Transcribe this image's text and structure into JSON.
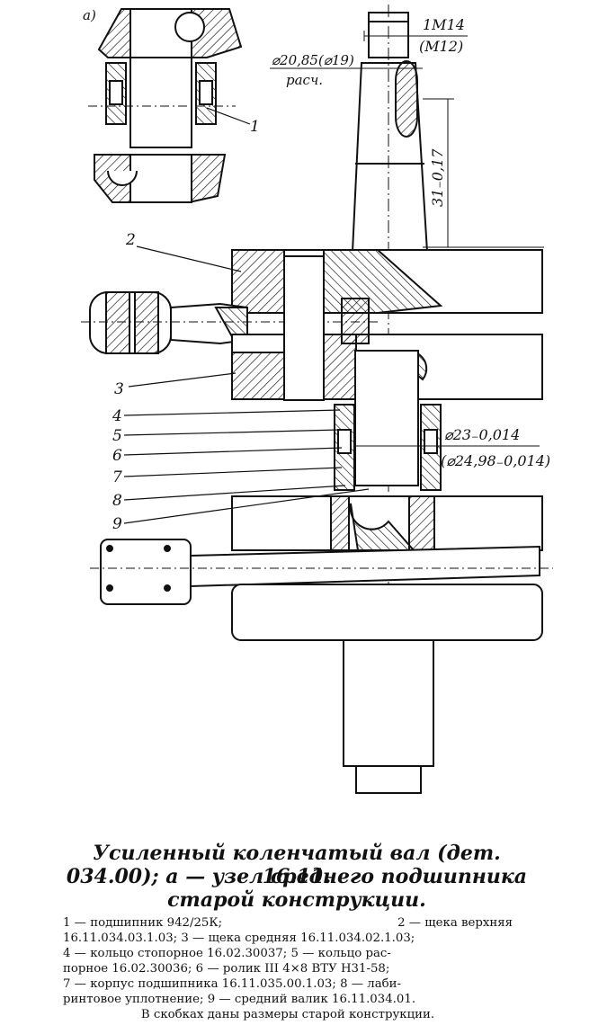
{
  "figure": {
    "panel_label": "a)",
    "dims": {
      "thread": "1M14",
      "thread_old": "(M12)",
      "diameter_taper": "⌀20,85(⌀19)",
      "diameter_taper_note": "расч.",
      "length": "31₋0,17",
      "bearing_diameter": "⌀23₋0,014",
      "bearing_diameter_old": "(⌀24,98₋0,014)"
    },
    "callouts": [
      "1",
      "2",
      "3",
      "4",
      "5",
      "6",
      "7",
      "8",
      "9"
    ]
  },
  "caption": {
    "line1": "Усиленный коленчатый вал (дет. 16.11.",
    "line2": "034.00); а — узел среднего подшипника",
    "line3": "старой конструкции."
  },
  "legend": {
    "r1a": "1 — подшипник 942/25К;",
    "r1b": "2 — щека верхняя",
    "r2": "16.11.034.03.1.03; 3 — щека средняя 16.11.034.02.1.03;",
    "r3": "4 — кольцо стопорное 16.02.30037; 5 — кольцо рас-",
    "r4": "порное 16.02.30036; 6 — ролик III 4×8 ВТУ Н31-58;",
    "r5": "7 — корпус подшипника 16.11.035.00.1.03; 8 — лаби-",
    "r6": "ринтовое уплотнение; 9 — средний валик 16.11.034.01.",
    "r7": "В скобках даны размеры старой конструкции."
  }
}
